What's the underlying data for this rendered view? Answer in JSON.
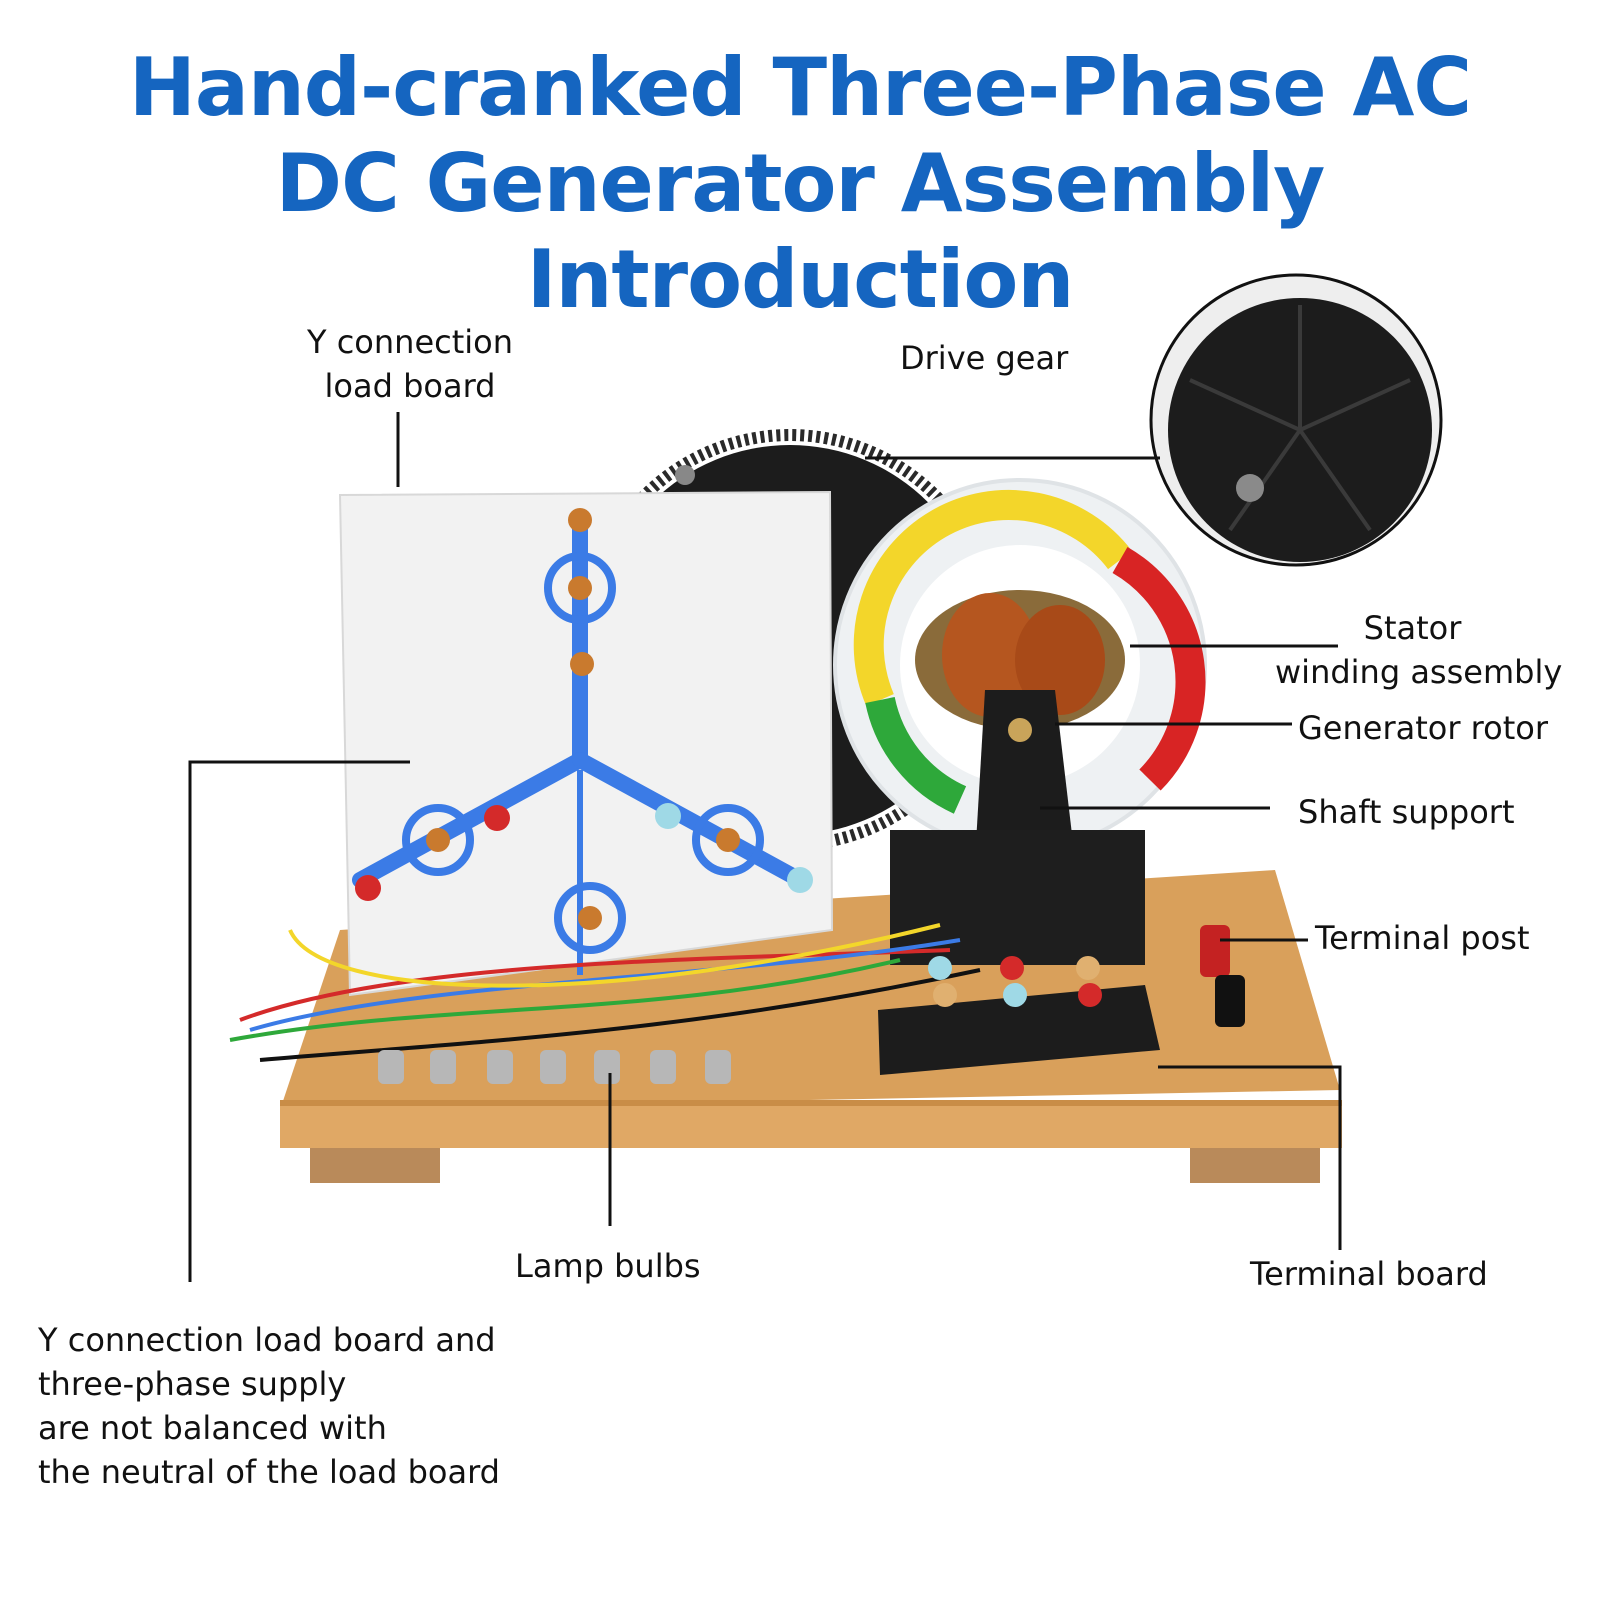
{
  "title": {
    "line1": "Hand-cranked Three-Phase AC",
    "line2": "DC Generator Assembly Introduction"
  },
  "labels": {
    "y_connection_line1": "Y connection",
    "y_connection_line2": "load board",
    "drive_gear": "Drive gear",
    "stator_line1": "Stator",
    "stator_line2": "winding assembly",
    "generator_rotor": "Generator rotor",
    "shaft_support": "Shaft support",
    "terminal_post": "Terminal post",
    "lamp_bulbs": "Lamp bulbs",
    "terminal_board": "Terminal board"
  },
  "note": {
    "line1": "Y connection load board and",
    "line2": "three-phase supply",
    "line3": "are not balanced with",
    "line4": "the neutral of the load board"
  },
  "colors": {
    "title": "#1565c0",
    "wood": "#d9a05b",
    "load_board": "#f2f2f2",
    "y_trace": "#3b7be6",
    "gear": "#1c1c1c",
    "copper": "#b5561f"
  }
}
